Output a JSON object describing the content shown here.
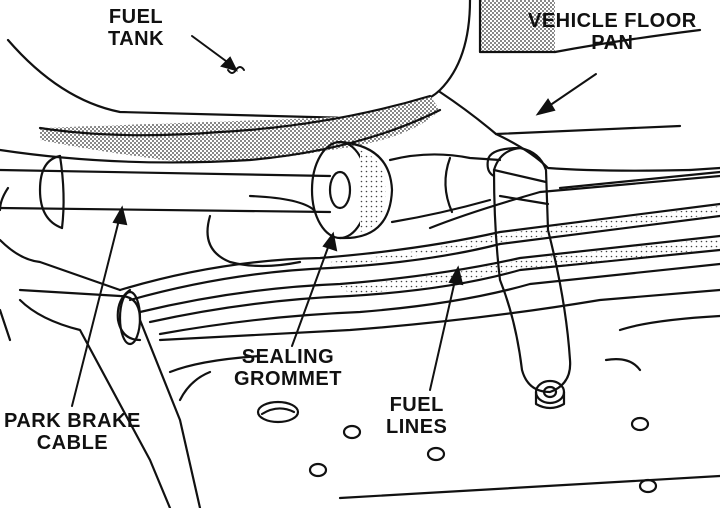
{
  "labels": {
    "fuel_tank": [
      "FUEL",
      "TANK"
    ],
    "vehicle_floor_pan": [
      "VEHICLE FLOOR",
      "PAN"
    ],
    "sealing_grommet": [
      "SEALING",
      "GROMMET"
    ],
    "fuel_lines": [
      "FUEL",
      "LINES"
    ],
    "park_brake_cable": [
      "PARK BRAKE",
      "CABLE"
    ]
  },
  "colors": {
    "ink": "#111111",
    "paper": "#ffffff",
    "shading": "#8a8a8a"
  }
}
